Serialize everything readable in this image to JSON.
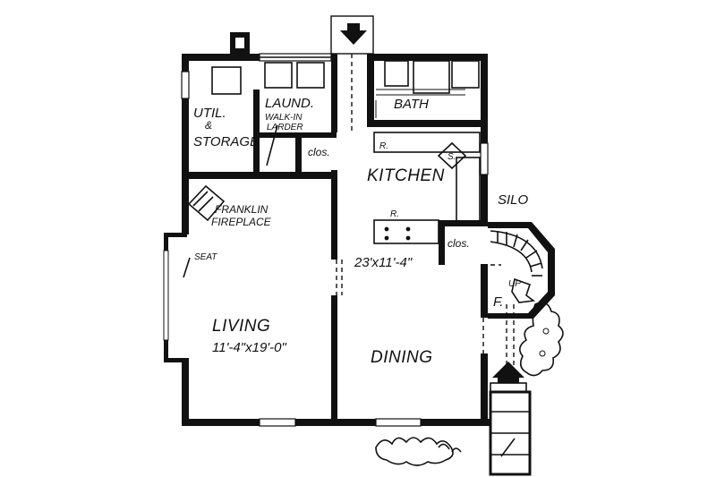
{
  "rooms": {
    "util": "UTIL.",
    "util_amp": "&",
    "storage": "STORAGE",
    "laund": "LAUND.",
    "walkin": "WALK-IN",
    "larder": "LARDER",
    "bath": "BATH",
    "clos_top": "clos.",
    "kitchen": "KITCHEN",
    "kitchen_r": "R.",
    "kitchen_s": "S.",
    "silo": "SILO",
    "franklin": "FRANKLIN",
    "fireplace": "FIREPLACE",
    "range_r": "R.",
    "clos_mid": "clos.",
    "seat": "SEAT",
    "kitchen_dims": "23'x11'-4\"",
    "up": "UP",
    "f": "F.",
    "living": "LIVING",
    "living_dims": "11'-4\"x19'-0\"",
    "dining": "DINING"
  },
  "icons": [
    "entry-arrow-top-icon",
    "entry-arrow-side-icon",
    "chimney-icon",
    "stair-arrow-icon"
  ]
}
